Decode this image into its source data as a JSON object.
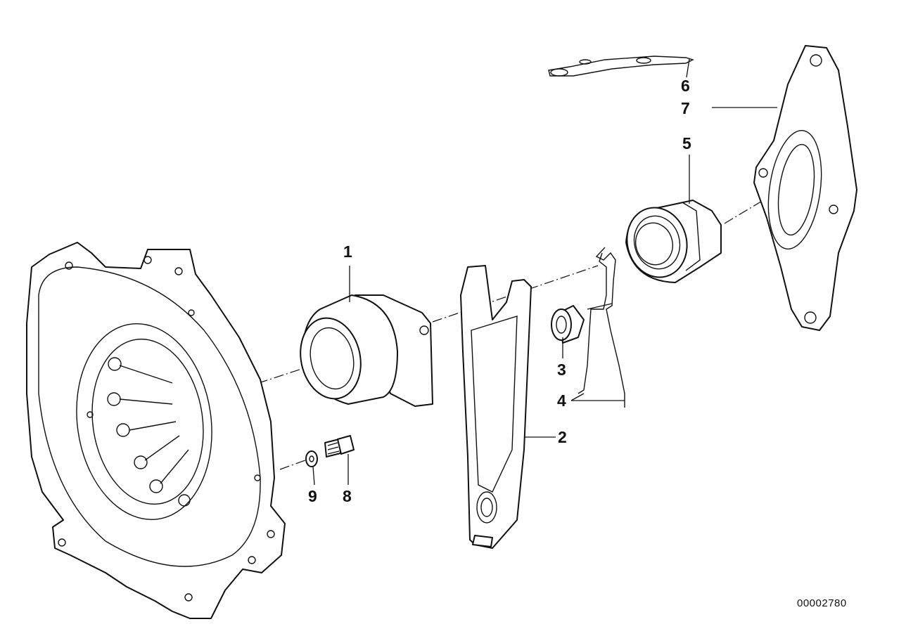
{
  "diagram": {
    "document_number": "00002780",
    "callouts": [
      {
        "id": "1",
        "label": "1"
      },
      {
        "id": "2",
        "label": "2"
      },
      {
        "id": "3",
        "label": "3"
      },
      {
        "id": "4",
        "label": "4"
      },
      {
        "id": "5",
        "label": "5"
      },
      {
        "id": "6",
        "label": "6"
      },
      {
        "id": "7",
        "label": "7"
      },
      {
        "id": "8",
        "label": "8"
      },
      {
        "id": "9",
        "label": "9"
      }
    ]
  }
}
